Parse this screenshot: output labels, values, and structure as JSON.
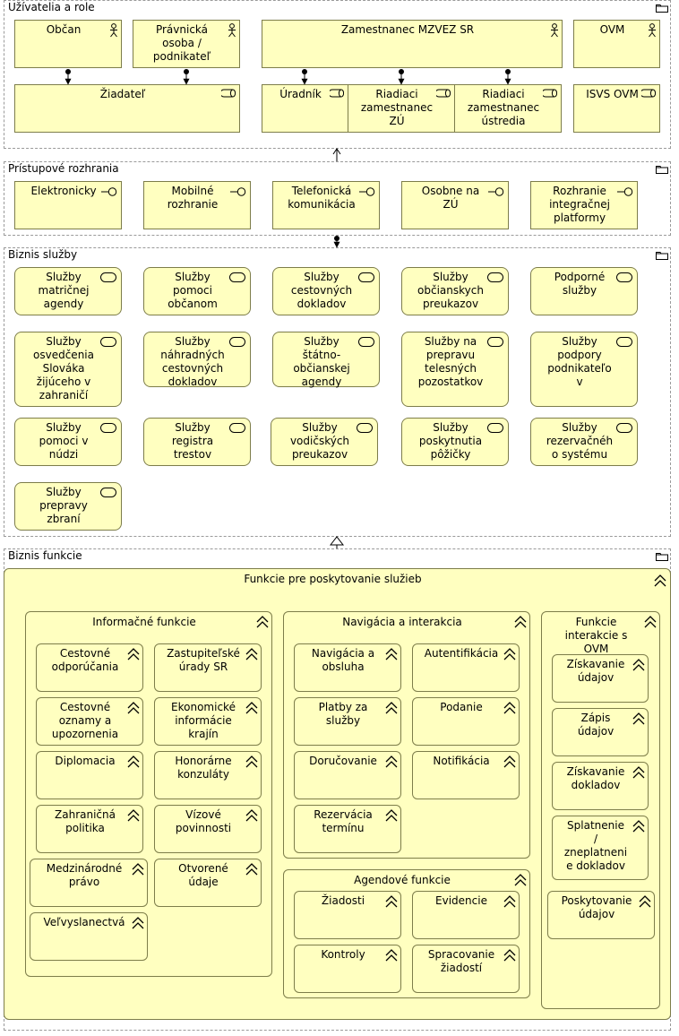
{
  "groups": {
    "users": {
      "title": "Užívatelia a role"
    },
    "access": {
      "title": "Prístupové rozhrania"
    },
    "services": {
      "title": "Biznis služby"
    },
    "functions": {
      "title": "Biznis funkcie"
    }
  },
  "actors": {
    "citizen": "Občan",
    "legal": "Právnická\nosoba /\npodnikateľ",
    "employee": "Zamestnanec MZVEZ SR",
    "ovm": "OVM"
  },
  "roles": {
    "applicant": "Žiadateľ",
    "official": "Úradník",
    "manager_zu": "Riadiaci\nzamestnanec\nZÚ",
    "manager_hq": "Riadiaci\nzamestnanec\nústredia",
    "isvs": "ISVS OVM"
  },
  "interfaces": [
    "Elektronicky",
    "Mobilné\nrozhranie",
    "Telefonická\nkomunikácia",
    "Osobne na\nZÚ",
    "Rozhranie\nintegračnej\nplatformy"
  ],
  "services": [
    "Služby\nmatričnej\nagendy",
    "Služby\npomoci\nobčanom",
    "Služby\ncestovných\ndokladov",
    "Služby\nobčianskych\npreukazov",
    "Podporné\nslužby",
    "Služby\nosvedčenia\nSlováka\nžijúceho v\nzahraničí",
    "Služby\nnáhradných\ncestovných\ndokladov",
    "Služby\nštátno-\nobčianskej\nagendy",
    "Služby na\nprepravu\ntelesných\npozostatkov",
    "Služby\npodpory\npodnikateľo\nv",
    "Služby\npomoci v\nnúdzi",
    "Služby\nregistra\ntrestov",
    "Služby\nvodičských\npreukazov",
    "Služby\nposkytnutia\npôžičky",
    "Služby\nrezervačnéh\no systému",
    "Služby\nprepravy\nzbraní"
  ],
  "functions": {
    "main": "Funkcie pre poskytovanie služieb",
    "info": {
      "title": "Informačné funkcie",
      "items": [
        "Cestovné\nodporúčania",
        "Zastupiteľské\núrady SR",
        "Cestovné\noznamy a\nupozornenia",
        "Ekonomické\ninformácie\nkrajín",
        "Diplomacia",
        "Honorárne\nkonzuláty",
        "Zahraničná\npolitika",
        "Vízové\npovinnosti",
        "Medzinárodné\nprávo",
        "Otvorené\núdaje",
        "Veľvyslanectvá"
      ]
    },
    "nav": {
      "title": "Navigácia a interakcia",
      "items": [
        "Navigácia a\nobsluha",
        "Autentifikácia",
        "Platby za\nslužby",
        "Podanie",
        "Doručovanie",
        "Notifikácia",
        "Rezervácia\ntermínu"
      ]
    },
    "agenda": {
      "title": "Agendové funkcie",
      "items": [
        "Žiadosti",
        "Evidencie",
        "Kontroly",
        "Spracovanie\nžiadostí"
      ]
    },
    "ovm": {
      "title": "Funkcie\ninterakcie s\nOVM",
      "items": [
        "Získavanie\núdajov",
        "Zápis\núdajov",
        "Získavanie\ndokladov",
        "Splatnenie\n/\nzneplatneni\ne dokladov",
        "Poskytovanie\núdajov"
      ]
    }
  },
  "colors": {
    "box_fill": "#ffffc0",
    "box_border": "#7d7d4a",
    "group_border": "#9a9a9a"
  }
}
